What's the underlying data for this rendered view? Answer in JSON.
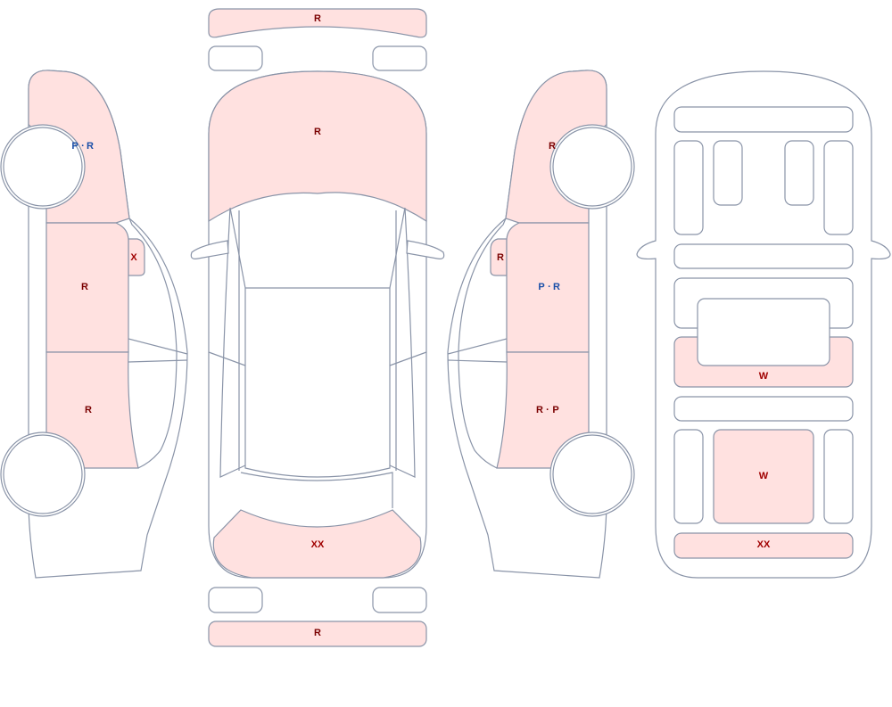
{
  "colors": {
    "damaged_fill": "#ffe1e0",
    "outline": "#8a94a8",
    "code_red": "#a00000",
    "code_dark_red": "#7a0000",
    "code_blue": "#1a4fa8"
  },
  "views": [
    "left-side",
    "top",
    "right-side",
    "interior"
  ],
  "legend_codes": {
    "R": "R",
    "X": "X",
    "XX": "XX",
    "W": "W",
    "P_R": "P · R",
    "R_P": "R · P",
    "P": "P",
    "sep": " · "
  },
  "parts": {
    "top_front_bumper": {
      "code": "R",
      "damaged": true
    },
    "top_hood": {
      "code": "R",
      "damaged": true
    },
    "top_trunk": {
      "code": "XX",
      "damaged": true
    },
    "top_rear_bumper": {
      "code": "R",
      "damaged": true
    },
    "left_front_fender": {
      "code": "P · R",
      "damaged": true
    },
    "left_mirror": {
      "code": "X",
      "damaged": true
    },
    "left_front_door": {
      "code": "R",
      "damaged": true
    },
    "left_rear_door": {
      "code": "R",
      "damaged": true
    },
    "right_front_fender": {
      "code": "R",
      "damaged": true
    },
    "right_mirror": {
      "code": "R",
      "damaged": true
    },
    "right_front_door": {
      "code": "P · R",
      "damaged": true
    },
    "right_rear_door": {
      "code": "R · P",
      "damaged": true
    },
    "interior_mid_panel": {
      "code": "W",
      "damaged": true
    },
    "interior_rear_seat": {
      "code": "W",
      "damaged": true
    },
    "interior_cargo": {
      "code": "XX",
      "damaged": true
    }
  }
}
